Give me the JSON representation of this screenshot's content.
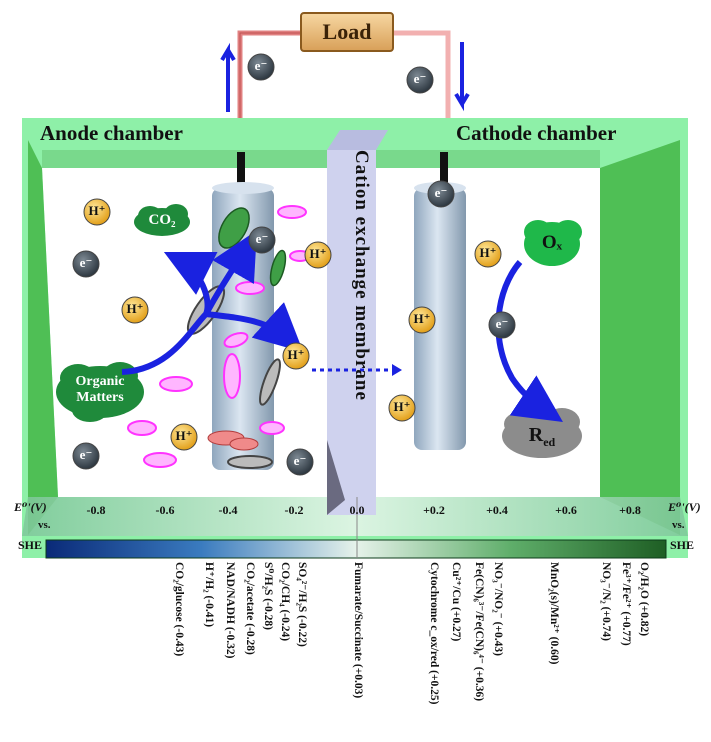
{
  "load": {
    "label": "Load"
  },
  "chambers": {
    "anode": "Anode chamber",
    "cathode": "Cathode chamber"
  },
  "membrane": {
    "label": "Cation exchange membrane"
  },
  "species": {
    "co2": "CO₂",
    "organic_line1": "Organic",
    "organic_line2": "Matters",
    "ox": "Oₓ",
    "red": "R",
    "red_sub": "ed",
    "proton": "H⁺",
    "electron": "e⁻"
  },
  "axis": {
    "label_left": "E⁰'(V)",
    "label_right": "E⁰'(V)",
    "unit_line1": "vs.",
    "unit_line2": "SHE",
    "ticks": [
      "-0.8",
      "-0.6",
      "-0.4",
      "-0.2",
      "0.0",
      "+0.2",
      "+0.4",
      "+0.6",
      "+0.8"
    ]
  },
  "couples": [
    "CO₂/glucose (-0.43)",
    "H⁺/H₂ (-0.41)",
    "NAD/NADH (-0.32)",
    "CO₂/acetate (-0.28)",
    "S⁰/H₂S (-0.28)",
    "CO₂/CH₄ (-0.24)",
    "SO₄²⁻/H₂S (-0.22)",
    "Fumarate/Succinate (+0.03)",
    "Cytochrome c_ox/red (+0.25)",
    "Cu²⁺/Cu (+0.27)",
    "Fe(CN)₆³⁻/Fe(CN)₆⁴⁻ (+0.36)",
    "NO₃⁻/NO₂⁻ (+0.43)",
    "MnO₂(s)/Mn²⁺ (0.60)",
    "NO₃⁻/N₂ (+0.74)",
    "Fe³⁺/Fe²⁺ (+0.77)",
    "O₂/H₂O (+0.82)"
  ],
  "colors": {
    "frame_green": "#8ef0a8",
    "inner_green": "#4fbf55",
    "membrane": "#cfd2ee",
    "electrode": "#b8cce0",
    "proton_fill": "#f3b52c",
    "electron_fill": "#3d4750",
    "bacteria": "#ff66ff",
    "cloud_green": "#1f8a3b",
    "cloud_gray": "#8c8c8c",
    "arrow_blue": "#1a22e0",
    "wire": "#e08080"
  }
}
